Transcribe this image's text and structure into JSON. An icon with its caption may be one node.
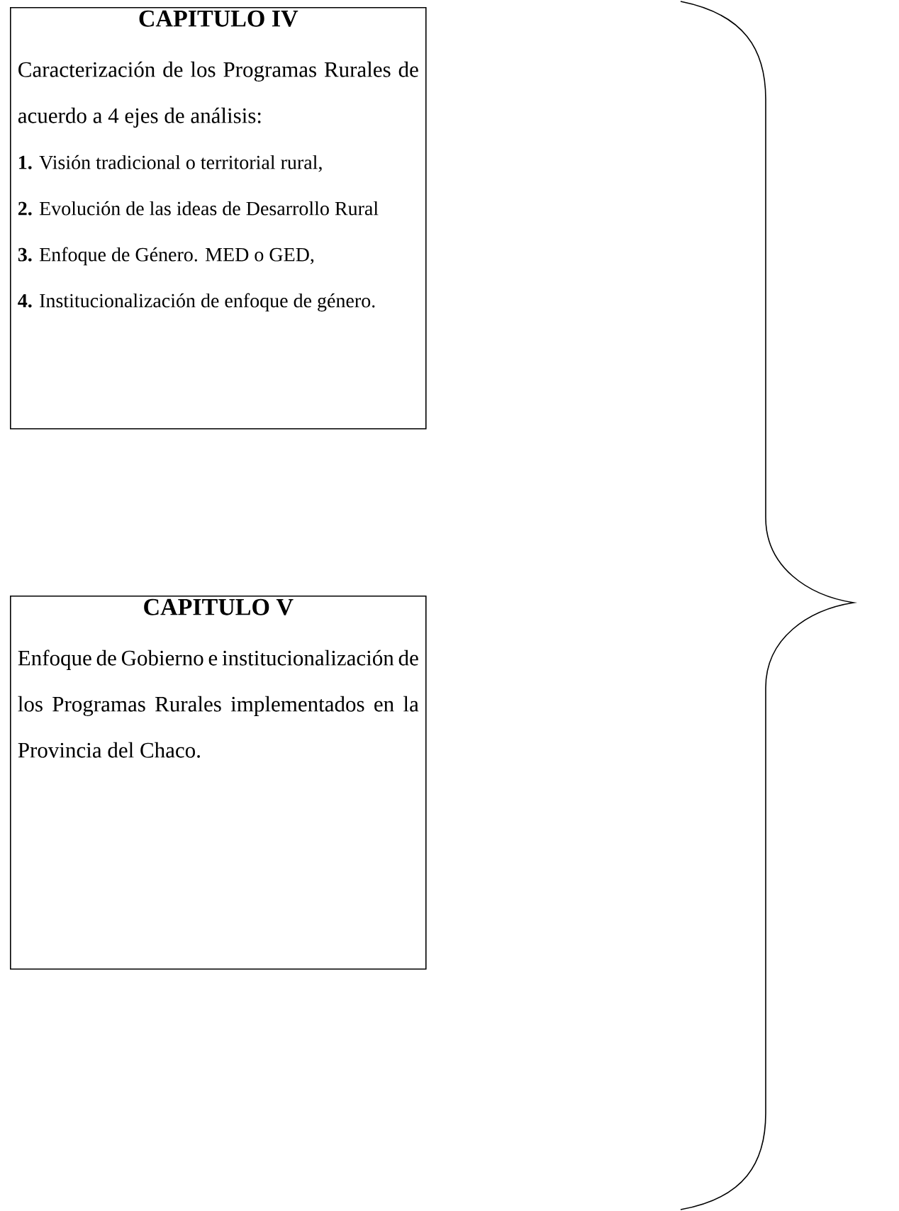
{
  "diagram": {
    "nodes": [
      {
        "text": [
          "CAPITULO IV",
          "Caracterización de los Programas Rurales de acuerdo a 4 ejes de análisis:",
          "**1.** Visión tradicional o territorial rural,",
          "**2.** Evolución de las ideas de Desarrollo Rural",
          "**3.** Enfoque de Género. MED o GED,",
          "**4.** Institucionalización de enfoque de  género."
        ]
      },
      {
        "text": [
          "CAPITULO V",
          "Enfoque de Gobierno e institucionalización de los  Programas Rurales implementados en la Provincia del Chaco."
        ]
      }
    ]
  }
}
